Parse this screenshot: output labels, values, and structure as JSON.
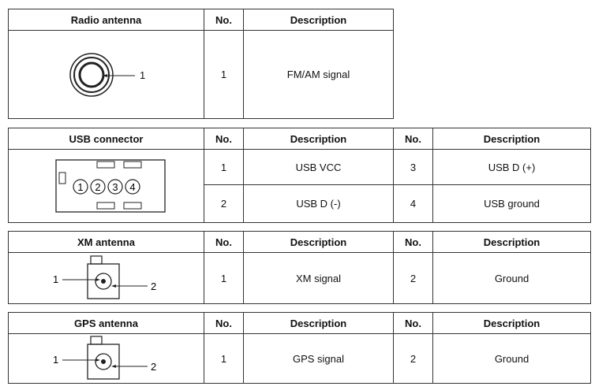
{
  "radio": {
    "title": "Radio antenna",
    "no_header": "No.",
    "desc_header": "Description",
    "callout": "1",
    "rows": [
      {
        "no": "1",
        "desc": "FM/AM signal"
      }
    ]
  },
  "usb": {
    "title": "USB connector",
    "no_header": "No.",
    "desc_header": "Description",
    "no_header2": "No.",
    "desc_header2": "Description",
    "pins": [
      "1",
      "2",
      "3",
      "4"
    ],
    "rows": [
      {
        "no": "1",
        "desc": "USB VCC",
        "no2": "3",
        "desc2": "USB D (+)"
      },
      {
        "no": "2",
        "desc": "USB D (-)",
        "no2": "4",
        "desc2": "USB ground"
      }
    ]
  },
  "xm": {
    "title": "XM antenna",
    "no_header": "No.",
    "desc_header": "Description",
    "no_header2": "No.",
    "desc_header2": "Description",
    "callout_left": "1",
    "callout_right": "2",
    "rows": [
      {
        "no": "1",
        "desc": "XM signal",
        "no2": "2",
        "desc2": "Ground"
      }
    ]
  },
  "gps": {
    "title": "GPS antenna",
    "no_header": "No.",
    "desc_header": "Description",
    "no_header2": "No.",
    "desc_header2": "Description",
    "callout_left": "1",
    "callout_right": "2",
    "rows": [
      {
        "no": "1",
        "desc": "GPS signal",
        "no2": "2",
        "desc2": "Ground"
      }
    ]
  }
}
